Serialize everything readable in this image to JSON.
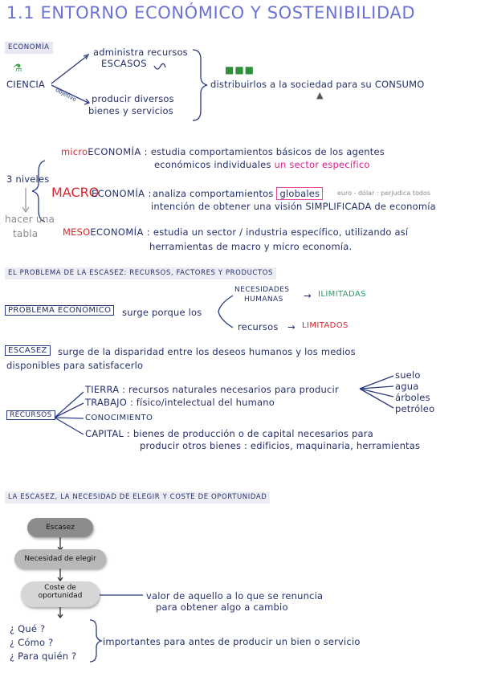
{
  "title": "1.1 ENTORNO ECONÓMICO Y SOSTENIBILIDAD",
  "sections": {
    "economia": "ECONOMÍA",
    "problema": "EL PROBLEMA DE LA ESCASEZ: RECURSOS, FACTORES Y PRODUCTOS",
    "eleccion": "LA ESCASEZ, LA NECESIDAD DE ELEGIR Y COSTE DE OPORTUNIDAD"
  },
  "ciencia": {
    "label": "CIENCIA",
    "branch_top": "administra recursos",
    "branch_top2": "ESCASOS",
    "objective_label": "objetivo",
    "branch_bottom1": "producir diversos",
    "branch_bottom2": "bienes y servicios",
    "distribution": "distribuirlos a la sociedad para su CONSUMO"
  },
  "niveles": {
    "label": "3 niveles",
    "note1": "hacer una",
    "note2": "tabla",
    "micro_prefix": "micro",
    "micro_suffix": "ECONOMÍA :",
    "micro_text1": "estudia comportamientos básicos de los agentes",
    "micro_text2": "económicos individuales",
    "micro_highlight": "un sector específico",
    "macro_prefix": "MACRO",
    "macro_suffix": "ECONOMÍA :",
    "macro_text1": "analiza comportamientos",
    "macro_boxed": "globales",
    "macro_note": "euro - dólar : perjudica todos",
    "macro_text2": "intención de obtener una visión SIMPLIFICADA de economía",
    "meso_prefix": "MESO",
    "meso_suffix": "ECONOMÍA :",
    "meso_text1": "estudia un sector / industria específico, utilizando así",
    "meso_text2": "herramientas de macro y micro economía."
  },
  "problema": {
    "label": "PROBLEMA ECONÓMICO",
    "surge": "surge porque los",
    "necesidades1": "NECESIDADES",
    "necesidades2": "HUMANAS",
    "arrow": "→",
    "ilimitadas": "ILIMITADAS",
    "recursos": "recursos",
    "limitados": "LIMITADOS"
  },
  "escasez": {
    "label": "ESCASEZ",
    "text1": "surge de la disparidad entre los deseos humanos y los medios",
    "text2": "disponibles para satisfacerlo"
  },
  "recursos": {
    "label": "RECURSOS",
    "tierra": "TIERRA : recursos naturales necesarios para producir",
    "trabajo": "TRABAJO : físico/intelectual del humano",
    "conocimiento": "CONOCIMIENTO",
    "capital1": "CAPITAL : bienes de producción o de capital necesarios para",
    "capital2": "producir otros bienes : edificios, maquinaria, herramientas",
    "tierra_items": [
      "suelo",
      "agua",
      "árboles",
      "petróleo"
    ]
  },
  "flow": {
    "node1": "Escasez",
    "node2": "Necesidad de elegir",
    "node3_line1": "Coste de",
    "node3_line2": "oportunidad",
    "def1": "valor de aquello a lo que se renuncia",
    "def2": "para obtener algo a cambio",
    "q1": "¿ Qué ?",
    "q2": "¿ Cómo ?",
    "q3": "¿ Para quién ?",
    "questions_note": "importantes para antes de producir un bien o servicio"
  },
  "colors": {
    "title": "#6a72d6",
    "ink": "#24316e",
    "red": "#d8262f",
    "magenta": "#e01f8e",
    "green": "#2d9a6a",
    "node_dark": "#8c8c8c",
    "node_light": "#d6d6d6"
  }
}
